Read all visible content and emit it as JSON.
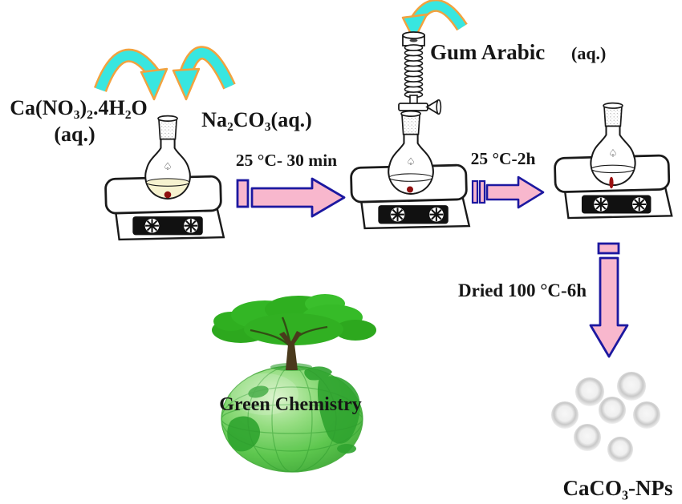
{
  "process": {
    "inputs": {
      "calcium_nitrate": {
        "formula": "Ca(NO₃)₂.4H₂O",
        "phase": "(aq.)"
      },
      "sodium_carbonate": {
        "formula": "Na₂CO₃(aq.)"
      },
      "gum_arabic": {
        "name": "Gum Arabic",
        "phase": "(aq.)"
      }
    },
    "steps": [
      {
        "label": "25 °C- 30 min"
      },
      {
        "label": "25 °C-2h"
      },
      {
        "label": "Dried 100 °C-6h"
      }
    ],
    "product": {
      "label": "CaCO₃-NPs"
    },
    "theme": {
      "label": "Green Chemistry"
    }
  },
  "equipment": {
    "flask_mark": "♤"
  },
  "icons": {
    "curved_arrow": "cyan-arch-arrow",
    "process_arrow": "pink-block-arrow",
    "flask": "round-bottom-flask",
    "stirrer": "magnetic-stirrer-hotplate",
    "dropping_funnel": "graduated-dropping-funnel",
    "nanoparticles": "gray-spheres-cluster",
    "green_globe_tree": "tree-on-globe"
  },
  "colors": {
    "cyan_arrow_fill": "#38E6E0",
    "cyan_arrow_outline": "#F2A23F",
    "pink_arrow_fill": "#F8B7CD",
    "pink_arrow_outline": "#1C18A0",
    "flask_liquid_yellow": "#F6F2CF",
    "stir_bar_red": "#8F0E0E",
    "tree_green": "#2EAB1E",
    "globe_green": "#5BC64C",
    "particle_gray": "#C9C9C9",
    "text_color": "#161616",
    "background": "#FFFFFF"
  }
}
